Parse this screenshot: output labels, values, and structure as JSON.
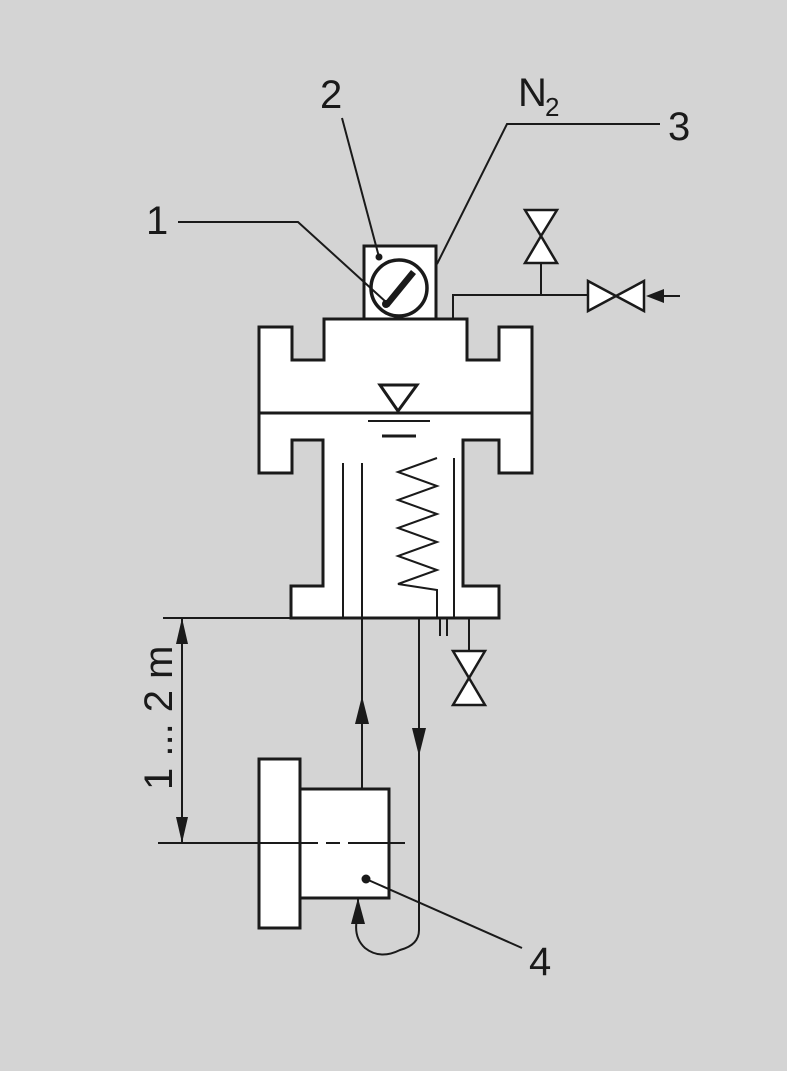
{
  "labels": {
    "callout_1": "1",
    "callout_2": "2",
    "callout_3": "3",
    "callout_4": "4",
    "gas_main": "N",
    "gas_subscript": "2",
    "height_dimension": "1 ... 2 m"
  },
  "colors": {
    "background": "#d4d4d4",
    "stroke": "#1a1a1a",
    "fill": "#ffffff"
  },
  "icons": [
    "pressure-gauge-icon",
    "level-triangle-icon",
    "valve-icon",
    "arrow-icon"
  ]
}
